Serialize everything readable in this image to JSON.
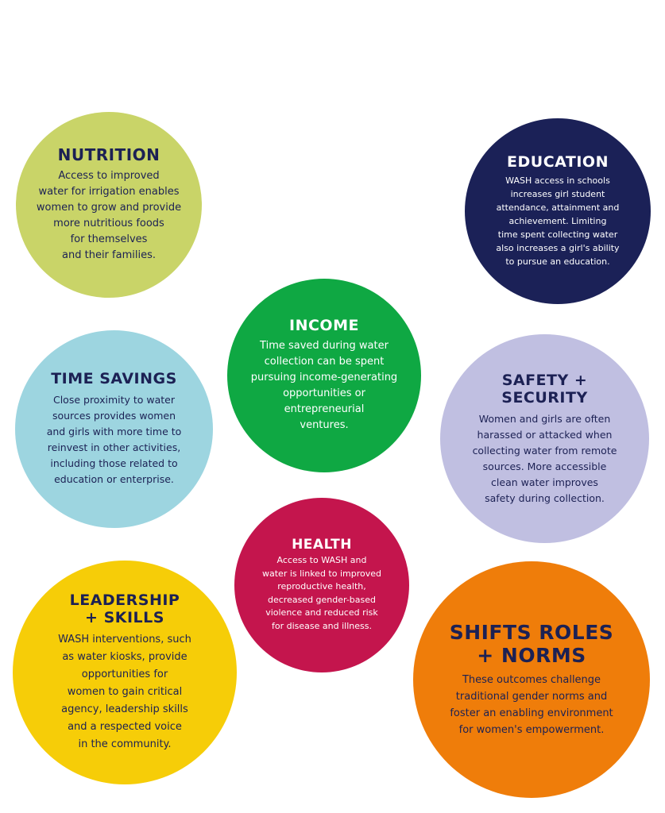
{
  "circles": {
    "nutrition": {
      "title": "NUTRITION",
      "body": "Access to improved\nwater for irrigation enables\nwomen to grow and provide\nmore nutritious foods\nfor themselves\nand their families.",
      "color": "#c9d468"
    },
    "education": {
      "title": "EDUCATION",
      "body": "WASH access in schools\nincreases girl student\nattendance, attainment and\nachievement. Limiting\ntime spent collecting water\nalso increases a girl's ability\nto pursue an education.",
      "color": "#1b2157"
    },
    "income": {
      "title": "INCOME",
      "body": "Time saved during water\ncollection can be spent\npursuing income-generating\nopportunities or\nentrepreneurial\nventures.",
      "color": "#0fa843"
    },
    "time_savings": {
      "title": "TIME SAVINGS",
      "body": "Close proximity to water\nsources provides women\nand girls with more time to\nreinvest in other activities,\nincluding those related to\neducation or enterprise.",
      "color": "#9dd5e0"
    },
    "safety": {
      "title": "SAFETY +\nSECURITY",
      "body": "Women and girls are often\nharassed or attacked when\ncollecting water from remote\nsources. More accessible\nclean water improves\nsafety during collection.",
      "color": "#c0bfe1"
    },
    "health": {
      "title": "HEALTH",
      "body": "Access to WASH and\nwater is linked to improved\nreproductive health,\ndecreased gender-based\nviolence and reduced risk\nfor disease and illness.",
      "color": "#c4154d"
    },
    "leadership": {
      "title": "LEADERSHIP\n+ SKILLS",
      "body": "WASH interventions, such\nas water kiosks, provide\nopportunities for\nwomen to gain critical\nagency, leadership skills\nand a respected voice\nin the community.",
      "color": "#f6cd08"
    },
    "shifts": {
      "title": "SHIFTS ROLES\n+ NORMS",
      "body": "These outcomes challenge\ntraditional gender norms and\nfoster an enabling environment\nfor women's empowerment.",
      "color": "#ef7d0a"
    }
  }
}
